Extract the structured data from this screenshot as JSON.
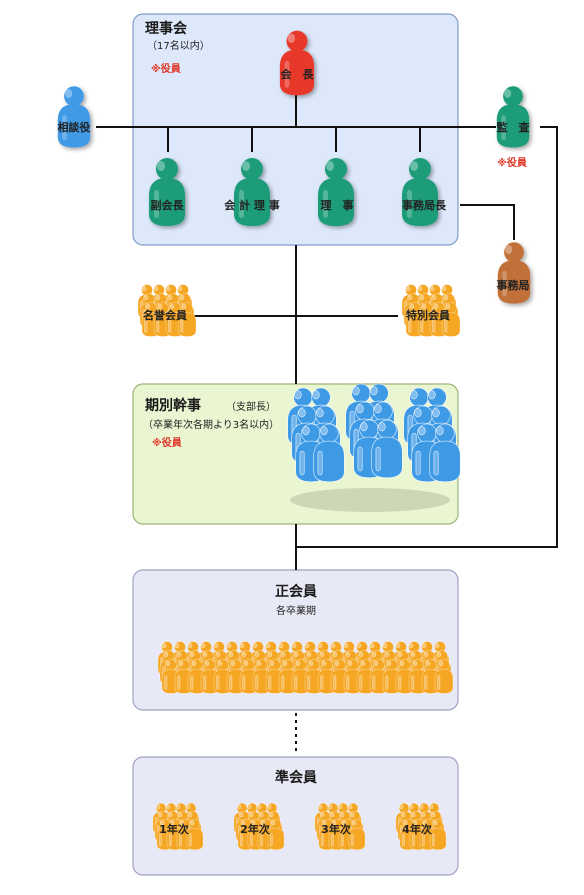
{
  "board": {
    "title": "理事会",
    "subtitle": "（17名以内）",
    "note": "※役員",
    "president": "会　長",
    "vice_president": "副会長",
    "treasurer": "会 計 理 事",
    "director": "理　事",
    "secretary_general": "事務局長"
  },
  "advisor": "相談役",
  "auditor": {
    "label": "監　査",
    "note": "※役員"
  },
  "secretariat": "事務局",
  "honorary_member": "名誉会員",
  "special_member": "特別会員",
  "class_officers": {
    "title": "期別幹事",
    "title_suffix": "（支部長）",
    "subtitle": "（卒業年次各期より3名以内）",
    "note": "※役員"
  },
  "regular_members": {
    "title": "正会員",
    "subtitle": "各卒業期"
  },
  "associate_members": {
    "title": "準会員",
    "years": [
      "1年次",
      "2年次",
      "3年次",
      "4年次"
    ]
  },
  "colors": {
    "box_blue": "#dde8fb",
    "box_green": "#eaf5d2",
    "box_lavender": "#e8e9f6",
    "red_figure": "#e8392c",
    "teal_figure": "#1a9c78",
    "blue_figure": "#3f9ae6",
    "orange_figure": "#f5a623",
    "brown_figure": "#c07038",
    "note_red": "#e03a2b"
  }
}
